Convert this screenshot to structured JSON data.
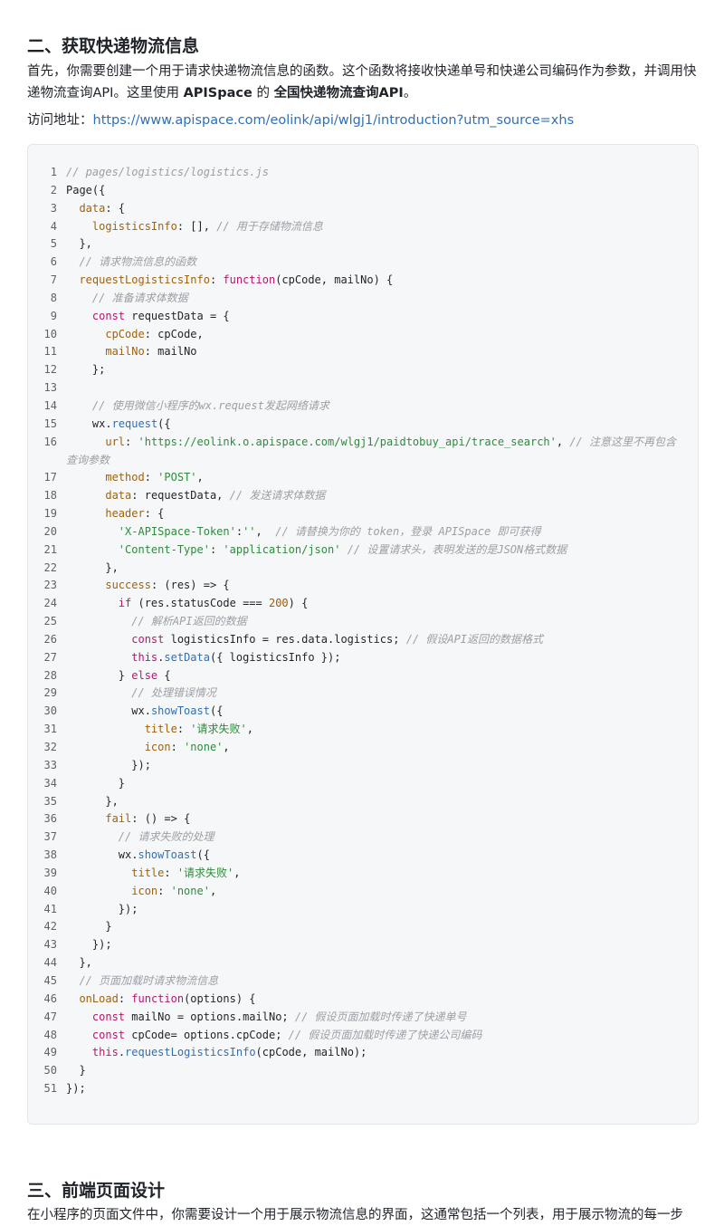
{
  "section2": {
    "heading": "二、获取快递物流信息",
    "para1_a": "首先，你需要创建一个用于请求快递物流信息的函数。这个函数将接收快递单号和快递公司编码作为参数，并调用快递物流查询API。这里使用 ",
    "para1_b1": "APISpace",
    "para1_mid": " 的 ",
    "para1_b2": "全国快递物流查询API",
    "para1_end": "。",
    "access_label": "访问地址：",
    "access_url": "https://www.apispace.com/eolink/api/wlgj1/introduction?utm_source=xhs"
  },
  "code": {
    "lines": [
      "// pages/logistics/logistics.js",
      "Page({",
      "  data: {",
      "    logisticsInfo: [], // 用于存储物流信息",
      "  },",
      "  // 请求物流信息的函数",
      "  requestLogisticsInfo: function(cpCode, mailNo) {",
      "    // 准备请求体数据",
      "    const requestData = {",
      "      cpCode: cpCode,",
      "      mailNo: mailNo",
      "    };",
      "",
      "    // 使用微信小程序的wx.request发起网络请求",
      "    wx.request({",
      "      url: 'https://eolink.o.apispace.com/wlgj1/paidtobuy_api/trace_search', // 注意这里不再包含查询参数",
      "      method: 'POST',",
      "      data: requestData, // 发送请求体数据",
      "      header: {",
      "        'X-APISpace-Token':'',  // 请替换为你的 token，登录 APISpace 即可获得",
      "        'Content-Type': 'application/json' // 设置请求头，表明发送的是JSON格式数据",
      "      },",
      "      success: (res) => {",
      "        if (res.statusCode === 200) {",
      "          // 解析API返回的数据",
      "          const logisticsInfo = res.data.logistics; // 假设API返回的数据格式",
      "          this.setData({ logisticsInfo });",
      "        } else {",
      "          // 处理错误情况",
      "          wx.showToast({",
      "            title: '请求失败',",
      "            icon: 'none',",
      "          });",
      "        }",
      "      },",
      "      fail: () => {",
      "        // 请求失败的处理",
      "        wx.showToast({",
      "          title: '请求失败',",
      "          icon: 'none',",
      "        });",
      "      }",
      "    });",
      "  },",
      "  // 页面加载时请求物流信息",
      "  onLoad: function(options) {",
      "    const mailNo = options.mailNo; // 假设页面加载时传递了快递单号",
      "    const cpCode= options.cpCode; // 假设页面加载时传递了快递公司编码",
      "    this.requestLogisticsInfo(cpCode, mailNo);",
      "  }",
      "});"
    ]
  },
  "section3": {
    "heading": "三、前端页面设计",
    "para_start": "在小程序的页面文件中，你需要设计一个用于展示物流信息的界面，这通常包括一个列表，用于展示物流的每一步"
  }
}
